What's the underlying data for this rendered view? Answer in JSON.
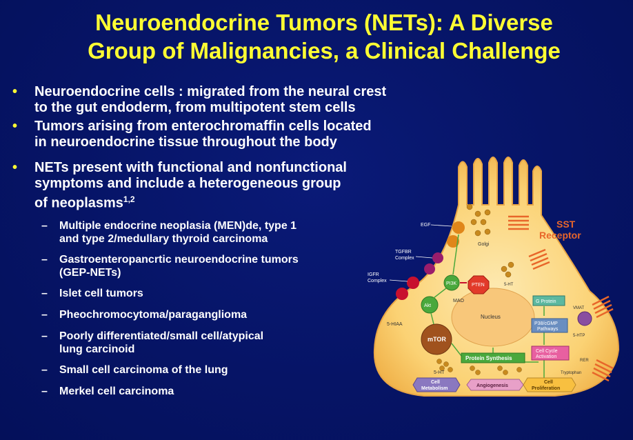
{
  "title": {
    "line1": "Neuroendocrine Tumors (NETs): A Diverse",
    "line2": "Group of Malignancies, a Clinical Challenge"
  },
  "bullets": [
    {
      "line1": "Neuroendocrine cells : migrated from the neural crest",
      "line2": "to the gut endoderm, from multipotent stem cells"
    },
    {
      "line1": "Tumors arising from enterochromaffin cells located",
      "line2": "in neuroendocrine tissue throughout the body"
    },
    {
      "line1": "NETs present with functional and nonfunctional",
      "line2": "symptoms and include a heterogeneous group",
      "line3": "of neoplasms",
      "sup": "1,2"
    }
  ],
  "sub_bullets": [
    {
      "line1": "Multiple endocrine neoplasia (MEN)de, type 1",
      "line2": "and type 2/medullary thyroid carcinoma"
    },
    {
      "line1": "Gastroenteropancrtic neuroendocrine tumors",
      "line2": "(GEP-NETs)"
    },
    {
      "line1": "Islet cell tumors"
    },
    {
      "line1": "Pheochromocytoma/paraganglioma"
    },
    {
      "line1": "Poorly differentiated/small cell/atypical",
      "line2": "lung carcinoid"
    },
    {
      "line1": "Small cell carcinoma of the lung"
    },
    {
      "line1": "Merkel cell carcinoma"
    }
  ],
  "diagram": {
    "sst_line1": "SST",
    "sst_line2": "Receptor",
    "egf": "EGF",
    "tgfbr_line1": "TGFBR",
    "tgfbr_line2": "Complex",
    "igfr_line1": "IGFR",
    "igfr_line2": "Complex",
    "golgi": "Golgi",
    "pi3k": "PI3K",
    "pten": "PTEN",
    "ht_a": "5-HT",
    "mao": "MAO",
    "akt": "Akt",
    "nucleus": "Nucleus",
    "hiaa": "5-HIAA",
    "mtor": "mTOR",
    "g_protein": "G Protein",
    "vmat": "VMAT",
    "p38_line1": "P38/cGMP",
    "p38_line2": "Pathways",
    "htp": "5-HTP",
    "cellcycle_line1": "Cell Cycle",
    "cellcycle_line2": "Activation",
    "rer": "RER",
    "tryptophan": "Tryptophan",
    "protein_synthesis": "Protein Synthesis",
    "ht_b": "5-HT",
    "cell_metabolism_line1": "Cell",
    "cell_metabolism_line2": "Metabolism",
    "angiogenesis": "Angiogenesis",
    "cell_prolif_line1": "Cell",
    "cell_prolif_line2": "Proliferation"
  },
  "colors": {
    "title": "#ffff33",
    "background": "#061466",
    "text": "#ffffff",
    "cell_body": "#fbd274",
    "receptor": "#e8662a",
    "pathway_green": "#7ac943"
  }
}
